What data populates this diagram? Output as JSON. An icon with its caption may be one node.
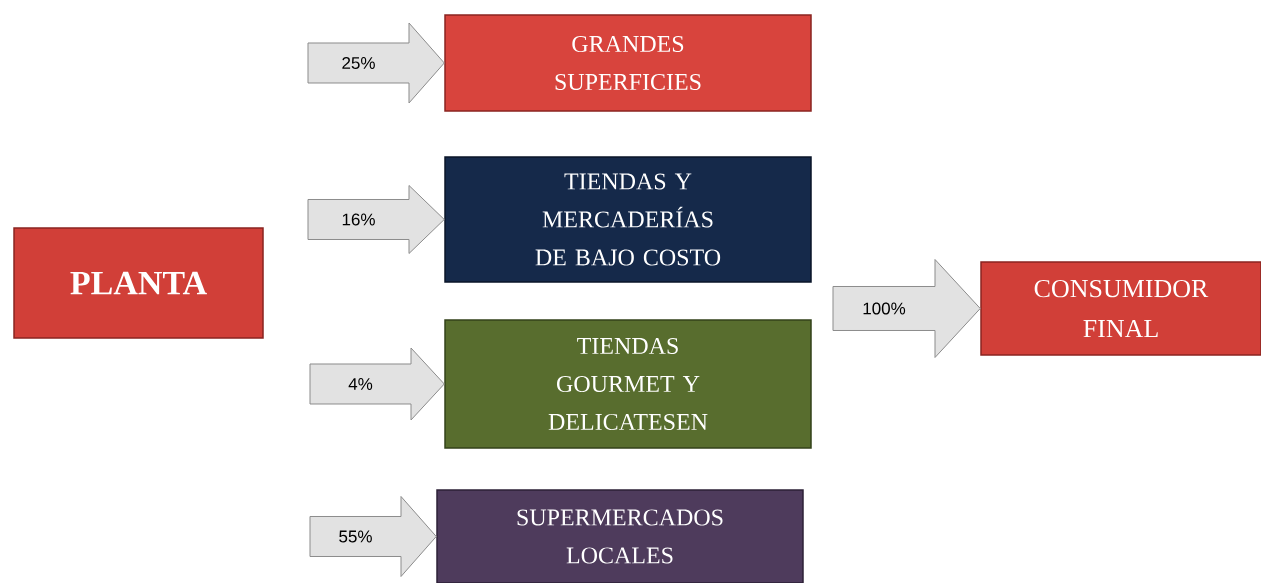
{
  "diagram": {
    "nodes": [
      {
        "text": [
          "PLANTA"
        ]
      },
      {
        "text": [
          "GRANDES SUPERFICIES"
        ]
      },
      {
        "text": [
          "TIENDAS Y MERCADERÍAS DE BAJO COSTO"
        ]
      },
      {
        "text": [
          "TIENDAS GOURMET Y DELICATESEN"
        ]
      },
      {
        "text": [
          "SUPERMERCADOS LOCALES"
        ]
      },
      {
        "text": [
          "CONSUMIDOR FINAL"
        ]
      }
    ],
    "edges": [
      {
        "from": null,
        "to": 1,
        "arrow": "to",
        "label": "25%"
      },
      {
        "from": null,
        "to": 2,
        "arrow": "to",
        "label": "16%"
      },
      {
        "from": null,
        "to": 3,
        "arrow": "to",
        "label": "4%"
      },
      {
        "from": null,
        "to": 4,
        "arrow": "to",
        "label": "55%"
      },
      {
        "from": null,
        "to": 5,
        "arrow": "to",
        "label": "100%"
      }
    ]
  }
}
